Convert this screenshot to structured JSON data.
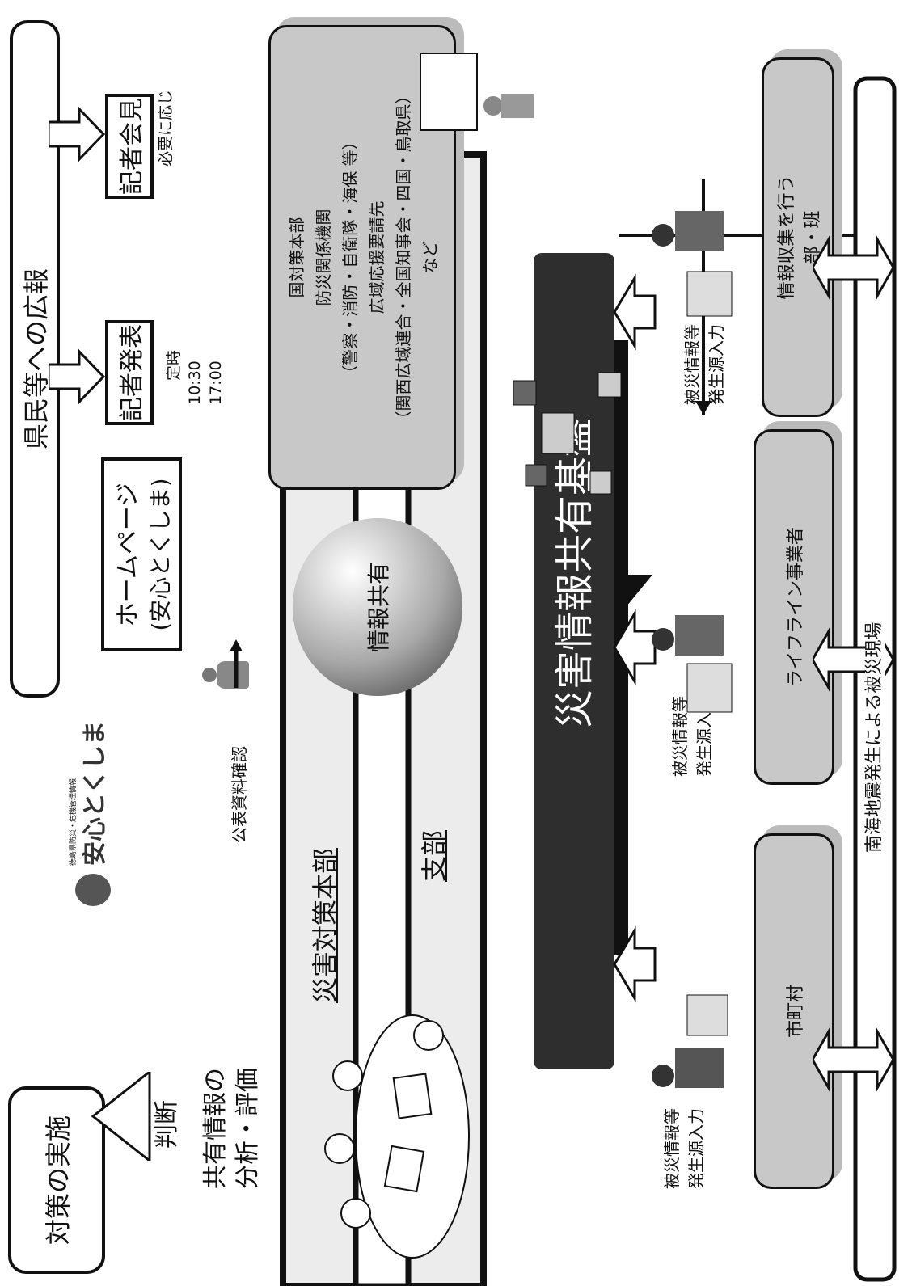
{
  "publicity": {
    "title": "県民等への広報",
    "homepage_line1": "ホームページ",
    "homepage_line2": "(安心とくしま)",
    "press_release": "記者発表",
    "press_release_note": [
      "定時",
      "10:30",
      "17:00"
    ],
    "press_conference": "記者会見",
    "press_conference_note": "必要に応じ",
    "check_note": "公表資料確認"
  },
  "logo": {
    "small_text": "徳島県防災・危機管理情報",
    "brand": "安心とくしま"
  },
  "measures": {
    "title": "対策の実施",
    "judgment": "判断",
    "analysis_line1": "共有情報の",
    "analysis_line2": "分析・評価"
  },
  "hq": {
    "main": "災害対策本部",
    "branch": "支部"
  },
  "national": {
    "lines": [
      "国対策本部",
      "防災関係機関",
      "（警察・消防・自衛隊・海保 等）",
      "広域応援要請先",
      "（関西広域連合・全国知事会・四国・鳥取県）",
      "など"
    ]
  },
  "sharing": {
    "circle": "情報共有",
    "platform": "災害情報共有基盤"
  },
  "sources": {
    "municipality": "市町村",
    "lifeline": "ライフライン事業者",
    "dept_line1": "情報収集を行う",
    "dept_line2": "部・班",
    "input_line1": "被災情報等",
    "input_line2": "発生源入力"
  },
  "field": {
    "label": "南海地震発生による被災現場"
  },
  "colors": {
    "dark_panel": "#2e2e2e",
    "gray_box": "#c8c8c8",
    "light_band": "#ececec"
  }
}
